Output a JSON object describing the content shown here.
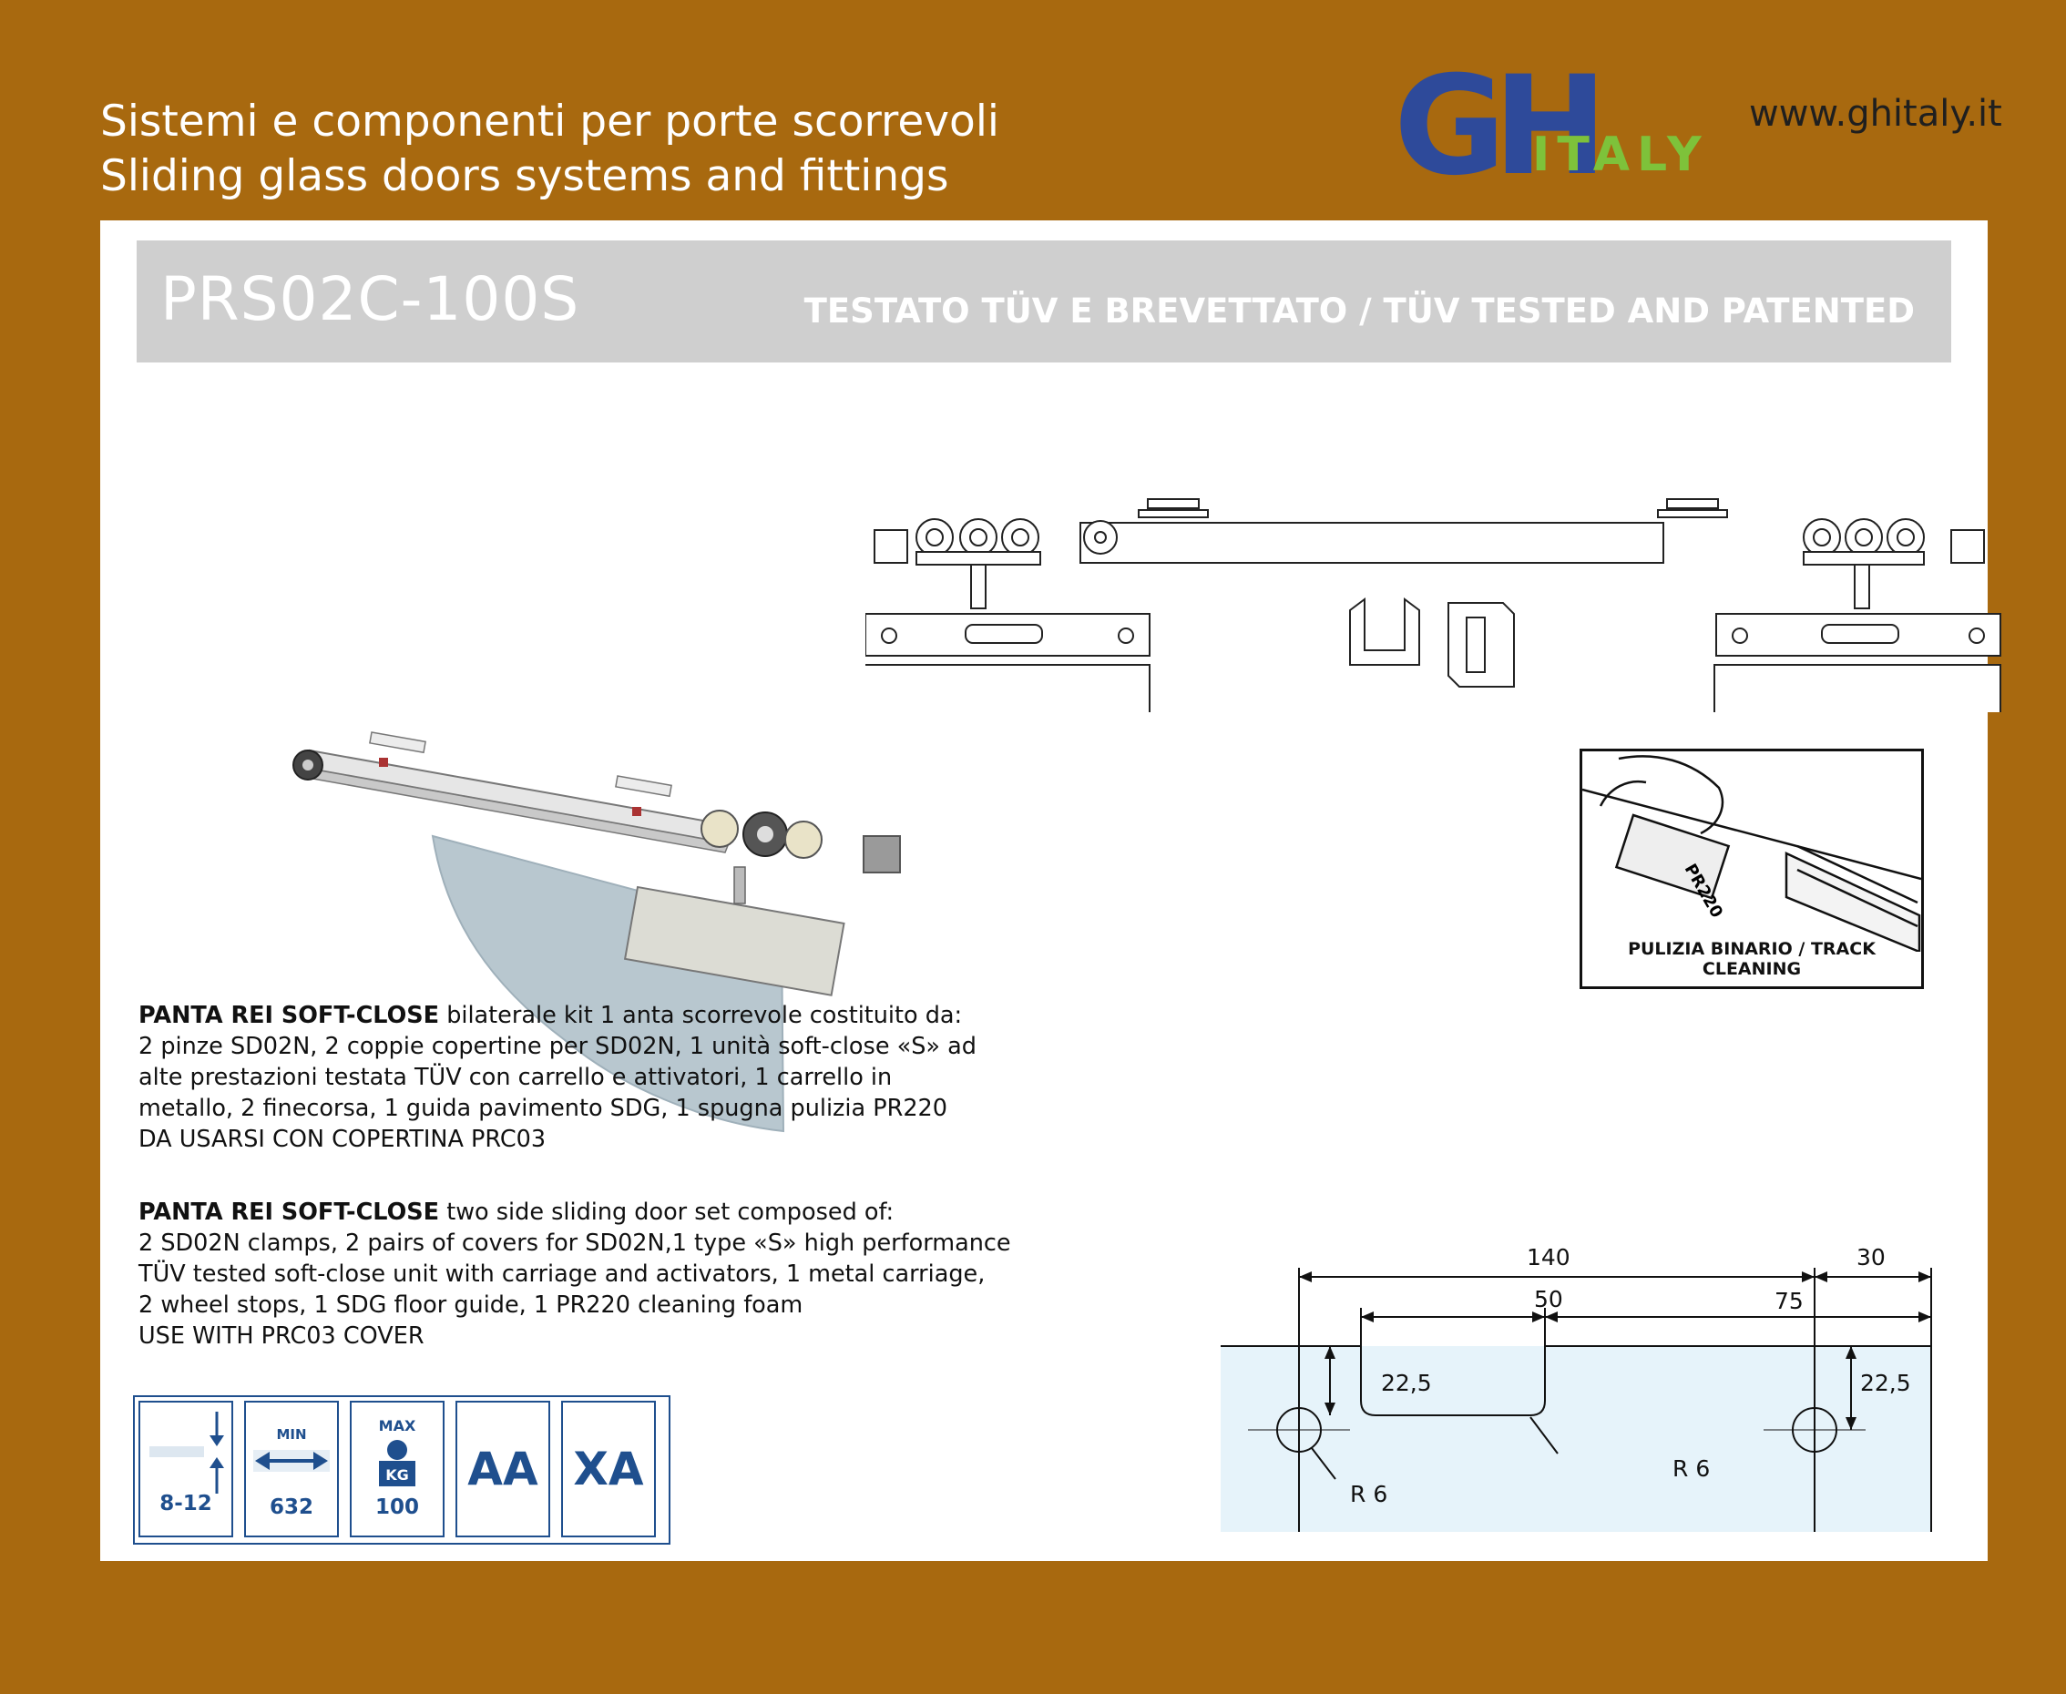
{
  "header": {
    "tagline_it": "Sistemi e componenti per porte scorrevoli",
    "tagline_en": "Sliding glass doors systems and fittings",
    "logo_main": "GH",
    "logo_sub": "ITALY",
    "website": "www.ghitaly.it"
  },
  "product": {
    "code": "PRS02C-100S",
    "certification": "TESTATO TÜV E BREVETTATO / TÜV TESTED AND PATENTED"
  },
  "description_it": {
    "lead": "PANTA REI SOFT-CLOSE",
    "line1_rest": " bilaterale  kit 1 anta scorrevole costituito da:",
    "line2": "2 pinze SD02N, 2 coppie copertine per SD02N, 1 unità soft-close «S» ad",
    "line3": "alte prestazioni testata TÜV con carrello e attivatori, 1 carrello in",
    "line4": "metallo, 2 finecorsa, 1 guida pavimento SDG, 1 spugna pulizia PR220",
    "line5": "DA USARSI CON COPERTINA PRC03"
  },
  "description_en": {
    "lead": "PANTA REI SOFT-CLOSE",
    "line1_rest": " two side sliding door set composed of:",
    "line2": "2 SD02N clamps, 2 pairs of covers for SD02N,1 type «S» high performance",
    "line3": "TÜV tested soft-close unit with carriage and activators, 1 metal carriage,",
    "line4": "2 wheel stops, 1 SDG floor guide, 1 PR220 cleaning foam",
    "line5": "USE WITH PRC03 COVER"
  },
  "specs": {
    "glass_thickness": "8-12",
    "min_label": "MIN",
    "min_width": "632",
    "max_label": "MAX",
    "kg_label": "KG",
    "max_weight": "100",
    "code1": "AA",
    "code2": "XA"
  },
  "track_cleaning": {
    "label": "PULIZIA BINARIO / TRACK CLEANING",
    "foam_label": "PR220"
  },
  "dimensions": {
    "d140": "140",
    "d30": "30",
    "d50": "50",
    "d75": "75",
    "d22_left": "22,5",
    "d22_right": "22,5",
    "r_left": "R 6",
    "r_right": "R 6"
  },
  "colors": {
    "background": "#a8690f",
    "logo_blue": "#2e4a9a",
    "logo_green": "#7ec23a",
    "spec_blue": "#1f4f8e",
    "glass": "#b8c7cf",
    "drawing_fill": "#e6f3fa"
  }
}
